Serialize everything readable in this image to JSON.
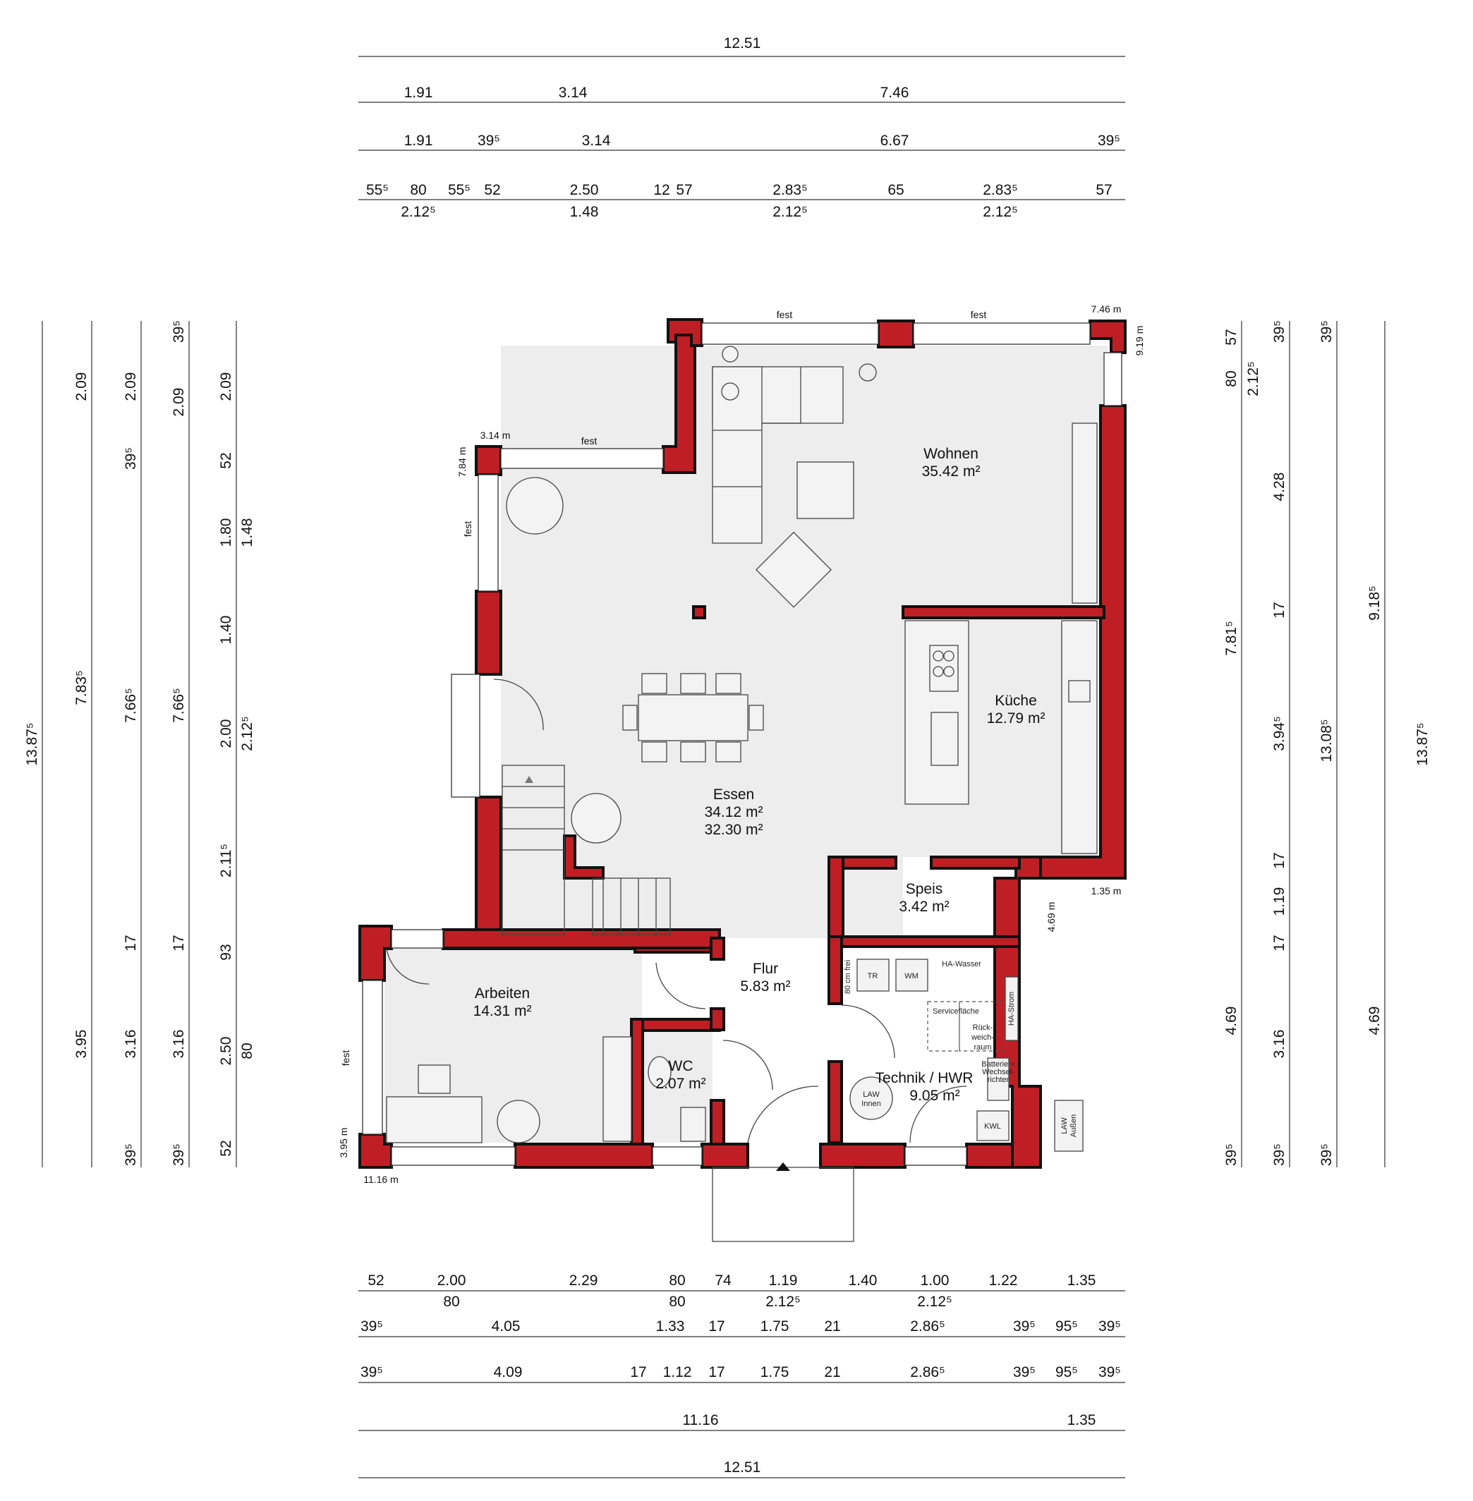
{
  "dims_top": {
    "row1": [
      "12.51"
    ],
    "row2": [
      "1.91",
      "3.14",
      "7.46"
    ],
    "row3": [
      "1.91",
      "39⁵",
      "3.14",
      "6.67",
      "39⁵"
    ],
    "row4": [
      "55⁵",
      "80",
      "55⁵",
      "52",
      "2.50",
      "12",
      "57",
      "2.83⁵",
      "65",
      "2.83⁵",
      "57"
    ],
    "row5": [
      "2.12⁵",
      "1.48",
      "2.12⁵",
      "2.12⁵"
    ]
  },
  "dims_bottom": {
    "row1": [
      "52",
      "2.00",
      "2.29",
      "80",
      "74",
      "1.19",
      "1.40",
      "1.00",
      "1.22",
      "1.35"
    ],
    "row1b": [
      "80",
      "80",
      "2.12⁵",
      "2.12⁵"
    ],
    "row2": [
      "39⁵",
      "4.05",
      "1.33",
      "17",
      "1.75",
      "21",
      "2.86⁵",
      "39⁵",
      "95⁵",
      "39⁵"
    ],
    "row3": [
      "39⁵",
      "4.09",
      "17",
      "1.12",
      "17",
      "1.75",
      "21",
      "2.86⁵",
      "39⁵",
      "95⁵",
      "39⁵"
    ],
    "row4": [
      "11.16",
      "1.35"
    ],
    "row5": [
      "12.51"
    ]
  },
  "dims_left": {
    "col1": [
      "13.87⁵"
    ],
    "col2": [
      "2.09",
      "7.83⁵",
      "3.95"
    ],
    "col3": [
      "2.09",
      "39⁵",
      "7.66⁵",
      "17",
      "3.16",
      "39⁵"
    ],
    "col4": [
      "39⁵",
      "2.09",
      "7.66⁵",
      "17",
      "3.16",
      "39⁵"
    ],
    "col5": [
      "2.09",
      "52",
      "1.80",
      "1.40",
      "2.00",
      "2.11⁵",
      "93",
      "2.50",
      "52"
    ],
    "col6": [
      "1.48",
      "2.12⁵",
      "80"
    ]
  },
  "dims_right": {
    "col1": [
      "57",
      "80",
      "7.81⁵",
      "4.69",
      "39⁵"
    ],
    "col2": [
      "2.12⁵"
    ],
    "col3": [
      "39⁵",
      "4.28",
      "17",
      "3.94⁵",
      "17",
      "1.19",
      "17",
      "3.16",
      "39⁵"
    ],
    "col4": [
      "39⁵",
      "13.08⁵",
      "39⁵"
    ],
    "col5": [
      "9.18⁵",
      "4.69"
    ],
    "col6": [
      "13.87⁵"
    ]
  },
  "rooms": {
    "wohnen": {
      "name": "Wohnen",
      "area": "35.42 m²"
    },
    "essen": {
      "name": "Essen",
      "area": "34.12 m²",
      "area2": "32.30 m²"
    },
    "kueche": {
      "name": "Küche",
      "area": "12.79 m²"
    },
    "speis": {
      "name": "Speis",
      "area": "3.42 m²"
    },
    "flur": {
      "name": "Flur",
      "area": "5.83 m²"
    },
    "arbeiten": {
      "name": "Arbeiten",
      "area": "14.31 m²"
    },
    "wc": {
      "name": "WC",
      "area": "2.07 m²"
    },
    "technik": {
      "name": "Technik / HWR",
      "area": "9.05 m²"
    }
  },
  "annotations": {
    "fest": "fest",
    "h746": "7.46 m",
    "h919": "9.19 m",
    "h314": "3.14 m",
    "h784": "7.84 m",
    "h135": "1.35 m",
    "h469": "4.69 m",
    "h395": "3.95 m",
    "h1116": "11.16 m"
  },
  "equipment": {
    "tr": "TR",
    "wm": "WM",
    "ha_wasser": "HA-Wasser",
    "ha_strom": "HA-Strom",
    "servicefl": "Servicefläche",
    "rueck1": "Rück-",
    "rueck2": "weich-",
    "rueck3": "raum",
    "law_innen1": "LAW",
    "law_innen2": "Innen",
    "law_aussen1": "LAW",
    "law_aussen2": "Außen",
    "kwl": "KWL",
    "cm80": "80 cm frei",
    "batterie1": "Batterie +",
    "batterie2": "Wechsel-",
    "batterie3": "richter"
  }
}
